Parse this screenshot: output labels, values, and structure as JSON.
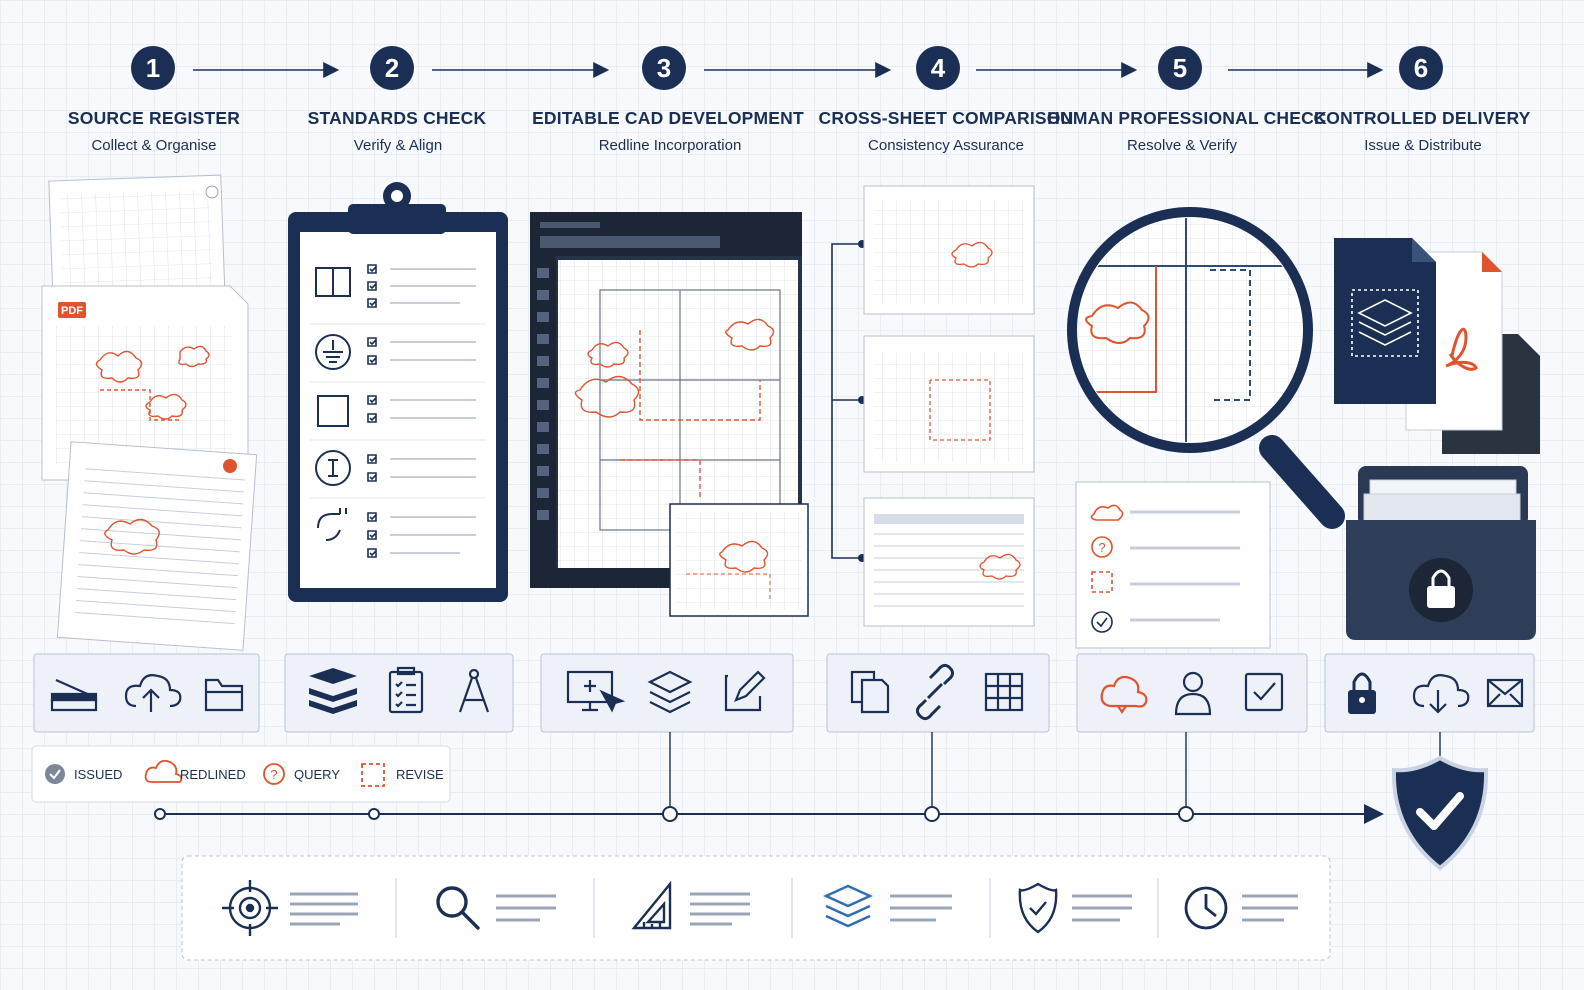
{
  "steps": [
    {
      "number": "1",
      "title": "SOURCE REGISTER",
      "subtitle": "Collect & Organise"
    },
    {
      "number": "2",
      "title": "STANDARDS CHECK",
      "subtitle": "Verify & Align"
    },
    {
      "number": "3",
      "title": "EDITABLE CAD DEVELOPMENT",
      "subtitle": "Redline Incorporation"
    },
    {
      "number": "4",
      "title": "CROSS-SHEET COMPARISON",
      "subtitle": "Consistency Assurance"
    },
    {
      "number": "5",
      "title": "HUMAN PROFESSIONAL CHECK",
      "subtitle": "Resolve & Verify"
    },
    {
      "number": "6",
      "title": "CONTROLLED DELIVERY",
      "subtitle": "Issue & Distribute"
    }
  ],
  "pdf_badge": "PDF",
  "legend": [
    {
      "label": "ISSUED",
      "icon": "check-circle-icon",
      "color": "#7c8799"
    },
    {
      "label": "REDLINED",
      "icon": "cloud-icon",
      "color": "#e0532f"
    },
    {
      "label": "QUERY",
      "icon": "question-icon",
      "color": "#e0532f"
    },
    {
      "label": "REVISE",
      "icon": "dashed-square-icon",
      "color": "#e0532f"
    }
  ],
  "toolbars": [
    [
      "scanner-icon",
      "cloud-upload-icon",
      "folder-icon"
    ],
    [
      "layers-stack-icon",
      "clipboard-list-icon",
      "compass-icon"
    ],
    [
      "monitor-cursor-icon",
      "layers-icon",
      "edit-icon"
    ],
    [
      "copy-icon",
      "link-icon",
      "table-icon"
    ],
    [
      "cloud-icon",
      "user-icon",
      "checkbox-icon"
    ],
    [
      "lock-icon",
      "cloud-download-icon",
      "mail-icon"
    ]
  ],
  "bottom_bar": [
    "target-icon",
    "search-icon",
    "set-square-icon",
    "layers-icon",
    "shield-check-icon",
    "clock-icon"
  ],
  "colors": {
    "navy": "#1b2f55",
    "accent": "#e0532f",
    "grey": "#7c8799"
  }
}
